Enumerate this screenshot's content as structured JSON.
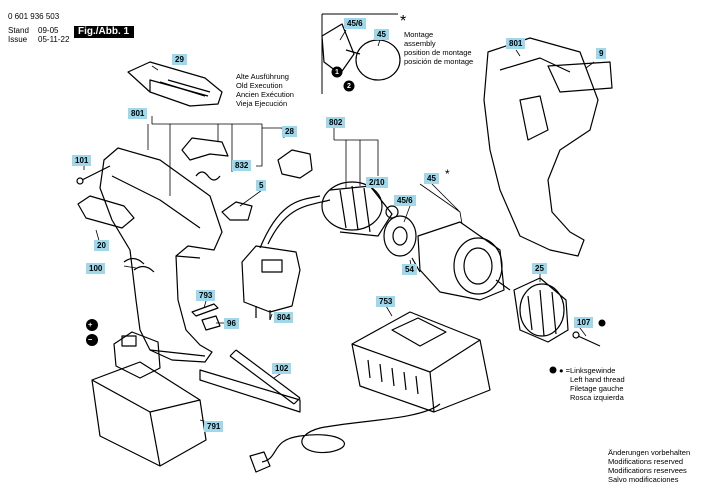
{
  "header": {
    "part_number": "0 601 936 503",
    "stand_label": "Stand",
    "issue_label": "Issue",
    "date_top": "09-05",
    "date_bottom": "05-11-22",
    "figure": "Fig./Abb. 1"
  },
  "assembly_note": {
    "symbol": "*",
    "lines": [
      "Montage",
      "assembly",
      "position de montage",
      "posición de montage"
    ]
  },
  "old_version_note": [
    "Alte Ausführung",
    "Old Execution",
    "Ancien Exécution",
    "Vieja Ejecución"
  ],
  "left_hand_note": {
    "symbol": "●  =",
    "lines": [
      "Linksgewinde",
      "Left hand thread",
      "Filetage gauche",
      "Rosca izquierda"
    ]
  },
  "footer_note": [
    "Änderungen vorbehalten",
    "Modifications reserved",
    "Modifications reservees",
    "Salvo modificaciones"
  ],
  "polarity": {
    "plus": "+",
    "minus": "−"
  },
  "part_labels": {
    "p29": "29",
    "p801_left": "801",
    "p101": "101",
    "p832": "832",
    "p28": "28",
    "p20": "20",
    "p5": "5",
    "p100": "100",
    "p793": "793",
    "p96": "96",
    "p804": "804",
    "p102": "102",
    "p791": "791",
    "p802": "802",
    "p2_10": "2/10",
    "p45_top": "45",
    "p45_6_top": "45/6",
    "p45": "45",
    "p45_6": "45/6",
    "p54": "54",
    "p25": "25",
    "p107": "107",
    "p753": "753",
    "p801_right": "801",
    "p9": "9"
  },
  "callout_numbers": {
    "n1": "1",
    "n2": "2"
  }
}
